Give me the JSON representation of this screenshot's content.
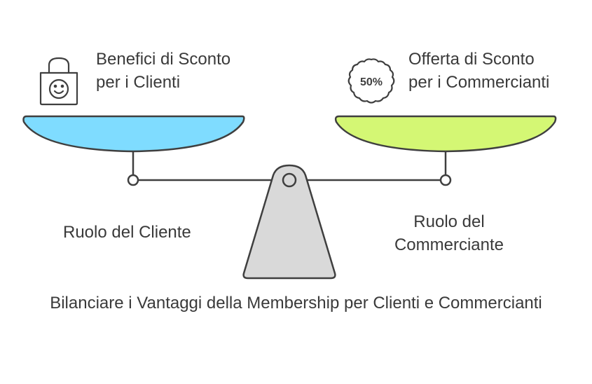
{
  "diagram": {
    "left_pan": {
      "text": "Benefici di Sconto per i Clienti",
      "icon": "shopping-bag-smile-icon",
      "color": "#7fdcff"
    },
    "right_pan": {
      "text": "Offerta di Sconto per i Commercianti",
      "icon": "discount-badge-icon",
      "badge_text": "50%",
      "color": "#d4f774"
    },
    "left_role": "Ruolo del Cliente",
    "right_role": "Ruolo del Commerciante",
    "caption": "Bilanciare i Vantaggi della Membership per Clienti e Commercianti",
    "colors": {
      "stroke": "#3f3f3f",
      "fulcrum": "#d9d9d9",
      "text": "#3a3a3a"
    }
  }
}
